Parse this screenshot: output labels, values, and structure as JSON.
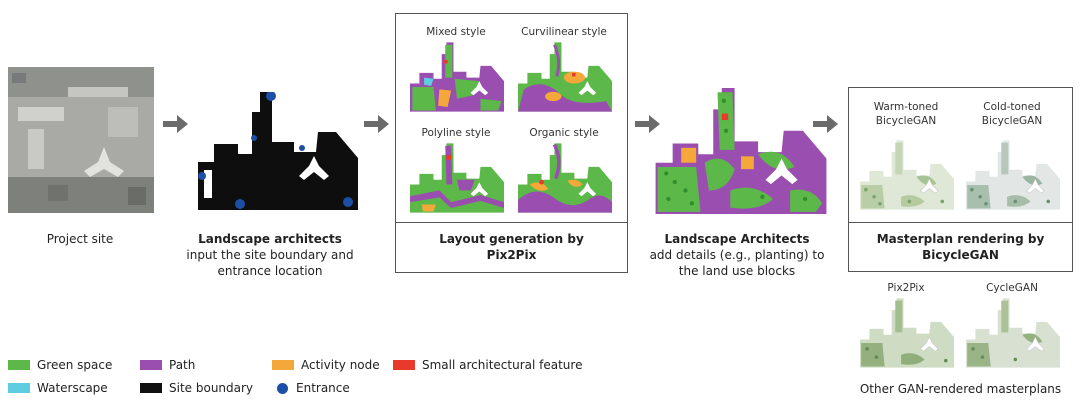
{
  "steps": {
    "project_site": {
      "label": "Project site"
    },
    "landscape": {
      "title": "Landscape architects",
      "desc1": "input the site boundary and",
      "desc2": "entrance location"
    },
    "layout": {
      "title1": "Layout generation by",
      "title2": "Pix2Pix",
      "styles": [
        "Mixed style",
        "Curvilinear style",
        "Polyline style",
        "Organic style"
      ]
    },
    "details": {
      "title": "Landscape Architects",
      "desc1": "add details (e.g., planting) to",
      "desc2": "the land use blocks"
    },
    "rendering": {
      "title1": "Masterplan rendering by",
      "title2": "BicycleGAN",
      "warm1": "Warm-toned",
      "warm2": "BicycleGAN",
      "cold1": "Cold-toned",
      "cold2": "BicycleGAN"
    },
    "other": {
      "pix2pix": "Pix2Pix",
      "cyclegan": "CycleGAN",
      "caption": "Other GAN-rendered masterplans"
    }
  },
  "legend": [
    {
      "label": "Green space",
      "color": "#5cb848"
    },
    {
      "label": "Path",
      "color": "#9a4fb0"
    },
    {
      "label": "Activity node",
      "color": "#f4a83a"
    },
    {
      "label": "Small architectural feature",
      "color": "#e8392c"
    },
    {
      "label": "Waterscape",
      "color": "#5fcde0"
    },
    {
      "label": "Site boundary",
      "color": "#111111"
    },
    {
      "label": "Entrance",
      "color": "#1e4fa6"
    }
  ]
}
